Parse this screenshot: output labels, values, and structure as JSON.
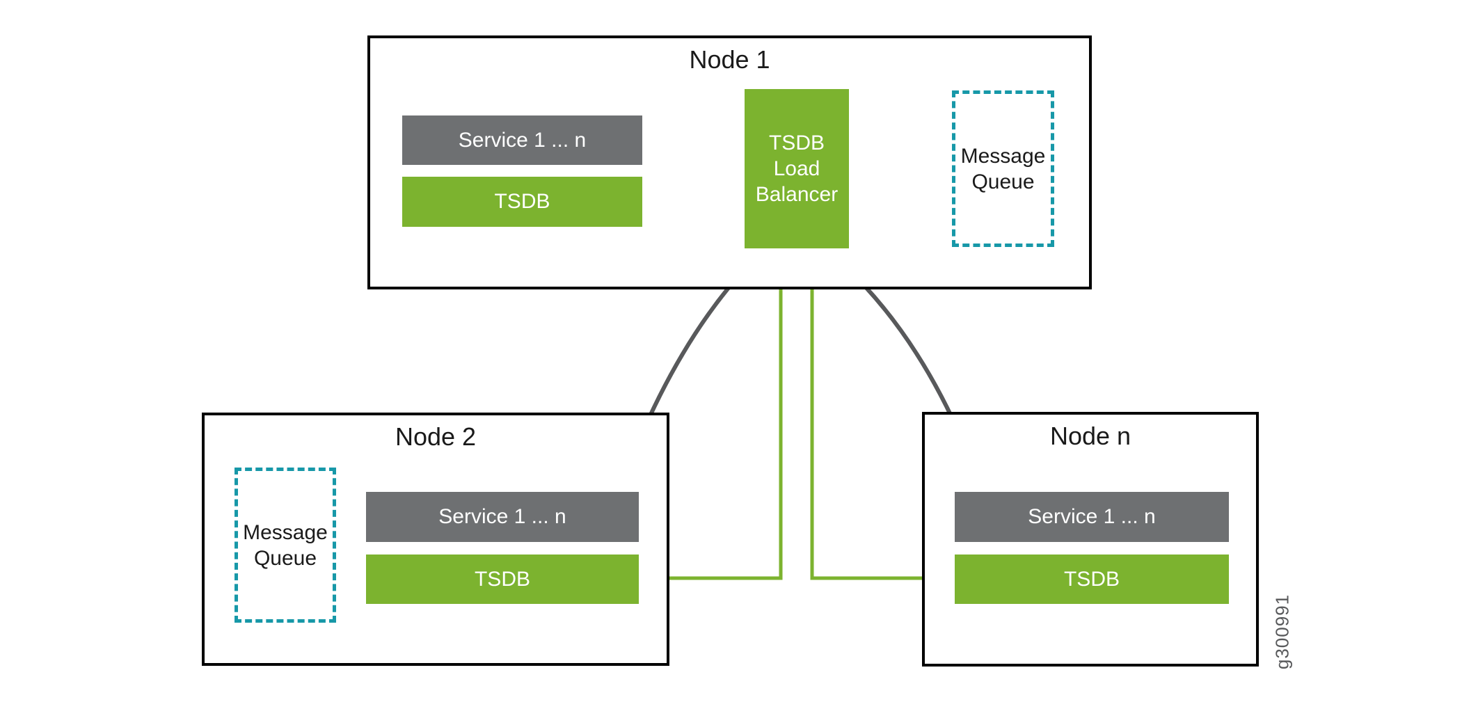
{
  "figure_id": "g300991",
  "colors": {
    "green": "#7CB32F",
    "box_gray": "#6E7072",
    "arrow_gray": "#58595B",
    "queue_teal": "#1798A8",
    "text_black": "#1A1A1A",
    "label_gray": "#58595B"
  },
  "node1": {
    "title": "Node 1",
    "service_label": "Service 1 ... n",
    "tsdb_label": "TSDB",
    "load_balancer_label": "TSDB\nLoad\nBalancer",
    "message_queue_label": "Message\nQueue"
  },
  "node2": {
    "title": "Node 2",
    "message_queue_label": "Message\nQueue",
    "service_label": "Service 1 ... n",
    "tsdb_label": "TSDB"
  },
  "node_n": {
    "title": "Node n",
    "service_label": "Service 1 ... n",
    "tsdb_label": "TSDB"
  },
  "connections": [
    {
      "from": "node1-service",
      "to": "node1-load-balancer",
      "color": "gray",
      "type": "double-arrow"
    },
    {
      "from": "node1-tsdb",
      "to": "node1-load-balancer",
      "color": "green",
      "type": "double-arrow"
    },
    {
      "from": "node1-load-balancer",
      "to": "node2-service",
      "color": "gray",
      "type": "double-arrow"
    },
    {
      "from": "node1-load-balancer",
      "to": "node-n-service",
      "color": "gray",
      "type": "double-arrow"
    },
    {
      "from": "node1-load-balancer",
      "to": "node2-tsdb",
      "color": "green",
      "type": "elbow-double-arrow"
    },
    {
      "from": "node1-load-balancer",
      "to": "node-n-tsdb",
      "color": "green",
      "type": "elbow-double-arrow"
    }
  ]
}
